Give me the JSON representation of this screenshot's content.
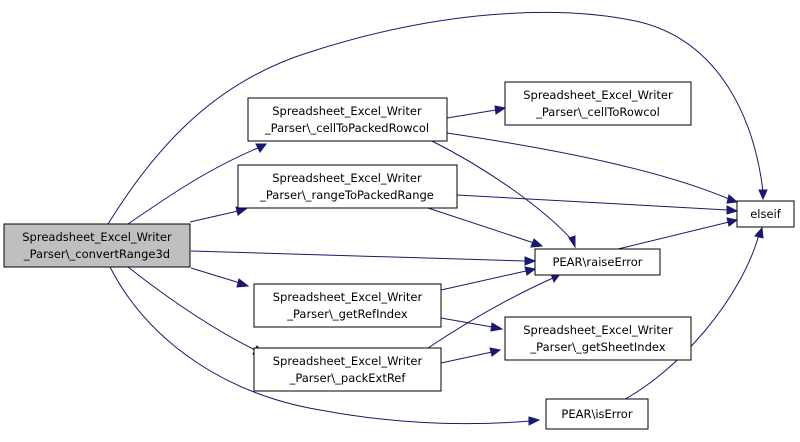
{
  "graph": {
    "edge_color": "#191970",
    "root_fill": "#bfbfbf",
    "nodes": {
      "convert_range_3d": {
        "lines": [
          "Spreadsheet_Excel_Writer",
          "_Parser\\_convertRange3d"
        ]
      },
      "cell_to_packed_rowcol": {
        "lines": [
          "Spreadsheet_Excel_Writer",
          "_Parser\\_cellToPackedRowcol"
        ]
      },
      "cell_to_rowcol": {
        "lines": [
          "Spreadsheet_Excel_Writer",
          "_Parser\\_cellToRowcol"
        ]
      },
      "range_to_packed_range": {
        "lines": [
          "Spreadsheet_Excel_Writer",
          "_Parser\\_rangeToPackedRange"
        ]
      },
      "elseif": {
        "lines": [
          "elseif"
        ]
      },
      "raise_error": {
        "lines": [
          "PEAR\\raiseError"
        ]
      },
      "get_ref_index": {
        "lines": [
          "Spreadsheet_Excel_Writer",
          "_Parser\\_getRefIndex"
        ]
      },
      "get_sheet_index": {
        "lines": [
          "Spreadsheet_Excel_Writer",
          "_Parser\\_getSheetIndex"
        ]
      },
      "pack_ext_ref": {
        "lines": [
          "Spreadsheet_Excel_Writer",
          "_Parser\\_packExtRef"
        ]
      },
      "is_error": {
        "lines": [
          "PEAR\\isError"
        ]
      }
    }
  }
}
